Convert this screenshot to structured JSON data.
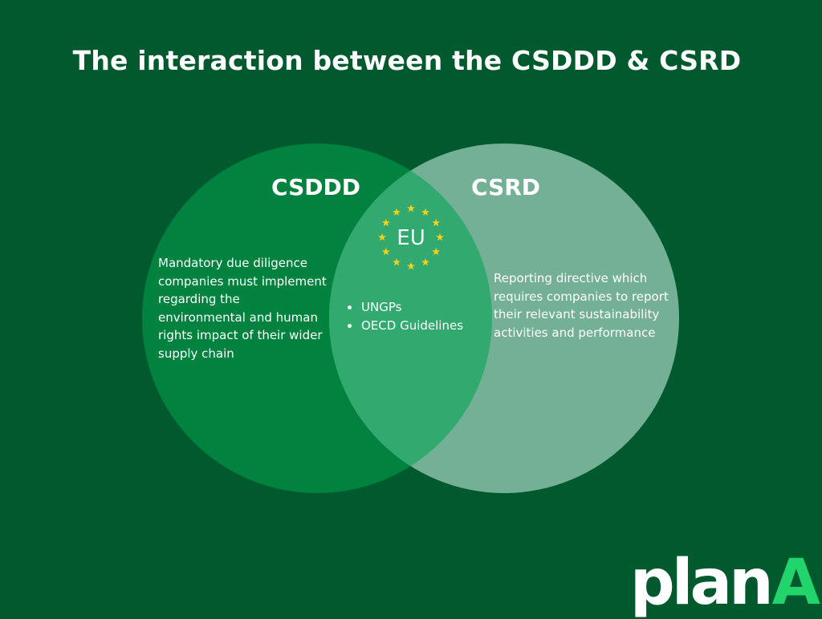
{
  "title": "The interaction between the CSDDD & CSRD",
  "colors": {
    "background": "#01592e",
    "csddd_circle": "#01833f",
    "csrd_circle": "#73b095",
    "overlap": "#31a96f",
    "stars": "#f5d01c"
  },
  "diagram": {
    "left_set": {
      "label": "CSDDD",
      "description": "Mandatory due diligence companies must implement regarding the environmental and human rights impact of their wider supply chain"
    },
    "right_set": {
      "label": "CSRD",
      "description": "Reporting directive which requires companies to report their relevant sustainability activities and performance"
    },
    "overlap": {
      "emblem_text": "EU",
      "items": [
        "UNGPs",
        "OECD Guidelines"
      ]
    }
  },
  "logo": {
    "text_main": "plan",
    "text_accent": "A"
  }
}
